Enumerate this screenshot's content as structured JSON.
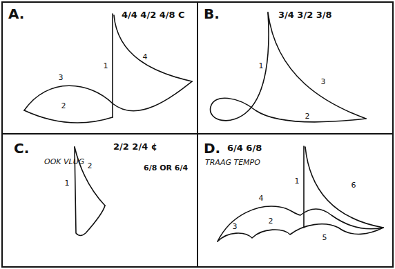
{
  "diagram": {
    "nodes": [
      {
        "text": [
          "A.",
          "4/4 4/2 4/8 C"
        ]
      },
      {
        "text": [
          "B.",
          "3/4 3/2 3/8"
        ]
      },
      {
        "text": [
          "C.",
          "2/2 2/4 ¢",
          "OOK VLUG",
          "6/8 OR 6/4"
        ]
      },
      {
        "text": [
          "D.",
          "6/4 6/8",
          "TRAAG TEMPO"
        ]
      }
    ],
    "edges": [],
    "labels": [
      "1",
      "2",
      "3",
      "4",
      "1",
      "2",
      "3",
      "1",
      "2",
      "1",
      "2",
      "3",
      "4",
      "5",
      "6"
    ]
  }
}
